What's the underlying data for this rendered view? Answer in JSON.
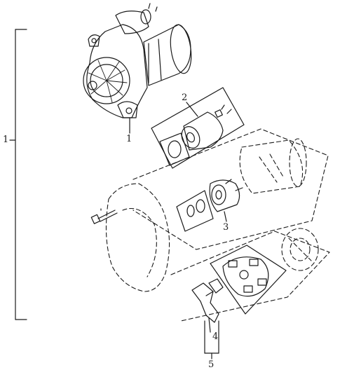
{
  "callouts": {
    "assembly_left": "1",
    "assembly": "1",
    "solenoid": "2",
    "drive": "3",
    "lever": "4",
    "lever_group": "5"
  },
  "colors": {
    "ink": "#1a1a1a",
    "paper": "#ffffff"
  }
}
